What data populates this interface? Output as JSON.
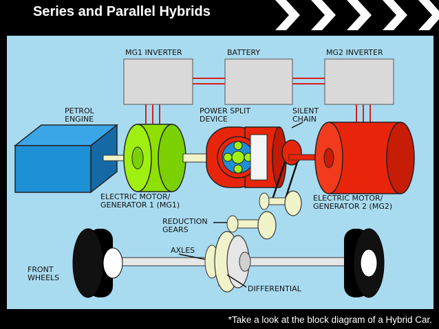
{
  "header": {
    "title": "Series and Parallel Hybrids"
  },
  "diagram": {
    "mg1_inverter": "MG1 INVERTER",
    "battery": "BATTERY",
    "mg2_inverter": "MG2 INVERTER",
    "petrol_engine": [
      "PETROL",
      "ENGINE"
    ],
    "power_split_device": [
      "POWER SPLIT",
      "DEVICE"
    ],
    "silent_chain": [
      "SILENT",
      "CHAIN"
    ],
    "mg1": [
      "ELECTRIC MOTOR/",
      "GENERATOR 1 (MG1)"
    ],
    "mg2": [
      "ELECTRIC MOTOR/",
      "GENERATOR 2 (MG2)"
    ],
    "reduction_gears": [
      "REDUCTION",
      "GEARS"
    ],
    "axles": "AXLES",
    "front_wheels": [
      "FRONT",
      "WHEELS"
    ],
    "differential": "DIFFERENTIAL"
  },
  "colors": {
    "background": "#a9dbf0",
    "engine": "#1e90d6",
    "mg1": "#8ee000",
    "mg2": "#e8250a",
    "power_split": "#e8250a",
    "inverter": "#d9d9d9",
    "wire": "#d81e1e",
    "gear": "#f0f3c8"
  },
  "footer": {
    "note": "*Take a look at the block diagram of a Hybrid Car."
  }
}
